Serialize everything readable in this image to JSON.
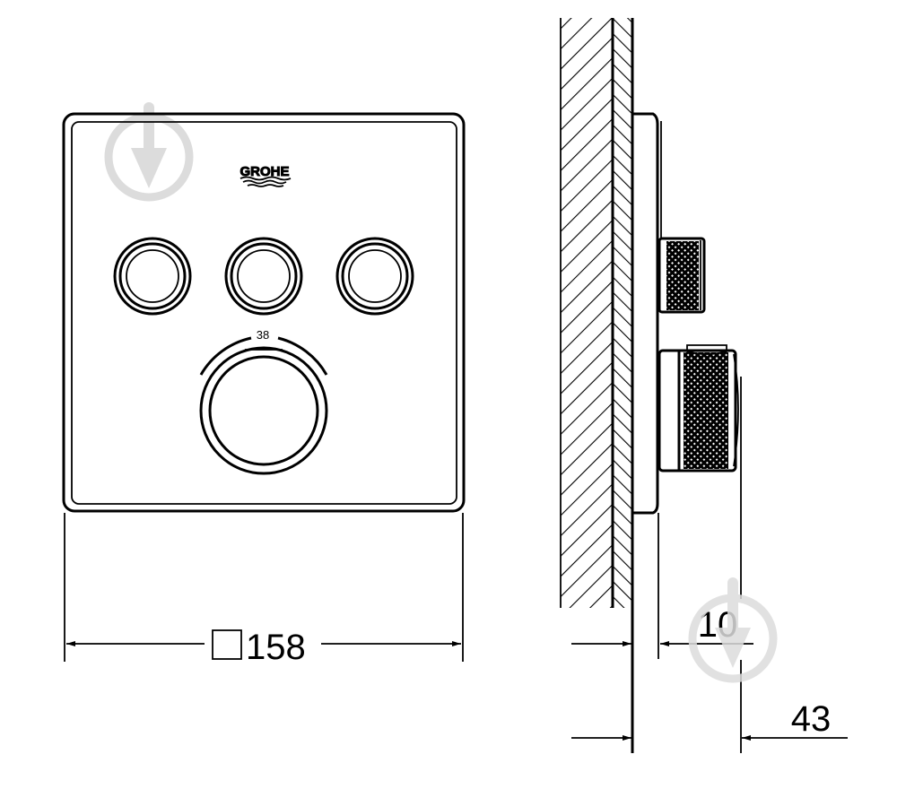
{
  "front_view": {
    "logo_text": "GROHE",
    "knob_label": "38",
    "width_dimension": "158",
    "width_dimension_symbol": "square"
  },
  "side_view": {
    "plate_depth_dimension": "10",
    "total_depth_dimension": "43"
  },
  "watermark_icon": "download-circle-icon",
  "colors": {
    "line": "#000000",
    "watermark": "#d9d9d9"
  }
}
